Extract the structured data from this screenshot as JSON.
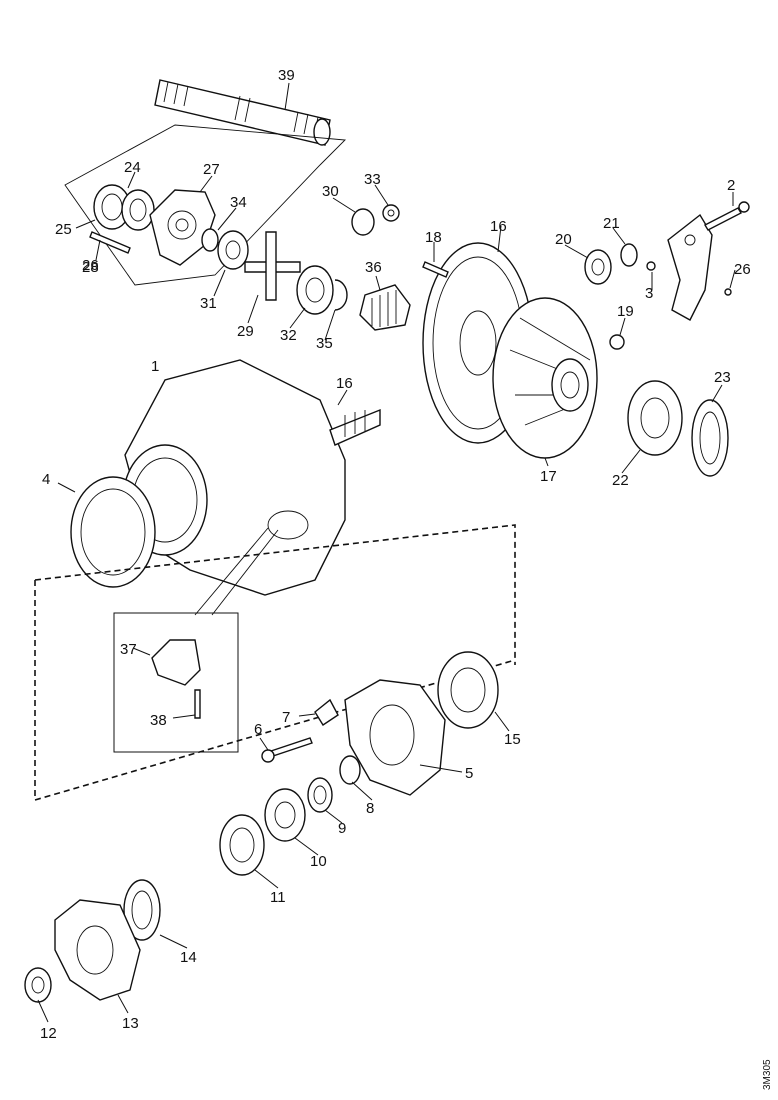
{
  "diagram": {
    "code": "3M305",
    "labels": [
      "1",
      "2",
      "3",
      "4",
      "5",
      "6",
      "7",
      "8",
      "9",
      "10",
      "11",
      "12",
      "13",
      "14",
      "15",
      "16",
      "16",
      "17",
      "18",
      "19",
      "20",
      "21",
      "22",
      "23",
      "24",
      "25",
      "26",
      "26",
      "27",
      "28",
      "29",
      "30",
      "31",
      "32",
      "33",
      "34",
      "35",
      "36",
      "37",
      "38",
      "39"
    ]
  }
}
